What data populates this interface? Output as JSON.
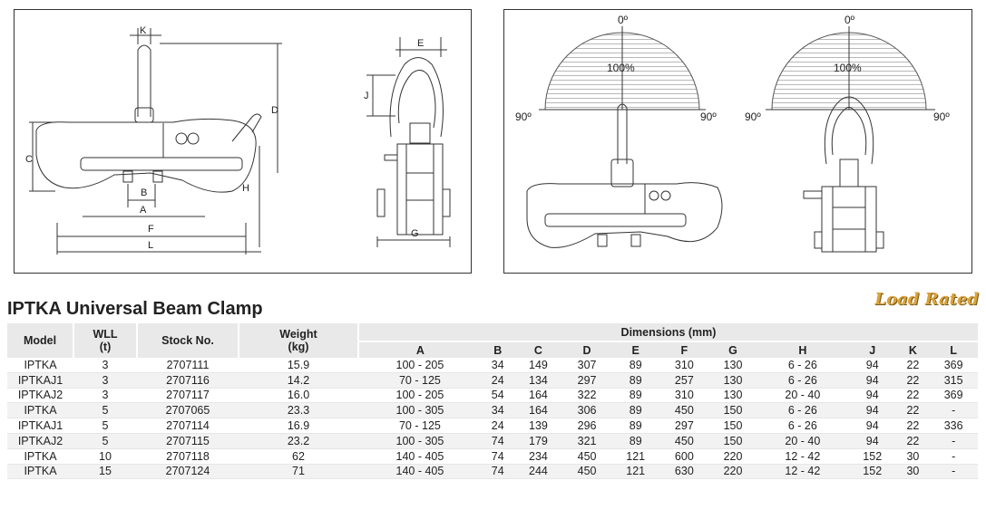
{
  "diagram_left": {
    "labels": {
      "k": "K",
      "d": "D",
      "c": "C",
      "b": "B",
      "a": "A",
      "f": "F",
      "l": "L",
      "h": "H",
      "e": "E",
      "j": "J",
      "g": "G"
    }
  },
  "diagram_right": {
    "left_fan": {
      "top": "0º",
      "center": "100%",
      "left": "90º",
      "right": "90º"
    },
    "right_fan": {
      "top": "0º",
      "center": "100%",
      "left": "90º",
      "right": "90º"
    }
  },
  "title": "IPTKA Universal Beam Clamp",
  "badge": "Load Rated",
  "table": {
    "headers": {
      "model": "Model",
      "wll": "WLL",
      "wll_unit": "(t)",
      "stock": "Stock No.",
      "weight": "Weight",
      "weight_unit": "(kg)",
      "dimensions": "Dimensions (mm)",
      "dims": [
        "A",
        "B",
        "C",
        "D",
        "E",
        "F",
        "G",
        "H",
        "J",
        "K",
        "L"
      ]
    },
    "rows": [
      [
        "IPTKA",
        "3",
        "2707111",
        "15.9",
        "100 - 205",
        "34",
        "149",
        "307",
        "89",
        "310",
        "130",
        "6 - 26",
        "94",
        "22",
        "369"
      ],
      [
        "IPTKAJ1",
        "3",
        "2707116",
        "14.2",
        "70 - 125",
        "24",
        "134",
        "297",
        "89",
        "257",
        "130",
        "6 - 26",
        "94",
        "22",
        "315"
      ],
      [
        "IPTKAJ2",
        "3",
        "2707117",
        "16.0",
        "100 - 205",
        "54",
        "164",
        "322",
        "89",
        "310",
        "130",
        "20 - 40",
        "94",
        "22",
        "369"
      ],
      [
        "IPTKA",
        "5",
        "2707065",
        "23.3",
        "100 - 305",
        "34",
        "164",
        "306",
        "89",
        "450",
        "150",
        "6 - 26",
        "94",
        "22",
        "-"
      ],
      [
        "IPTKAJ1",
        "5",
        "2707114",
        "16.9",
        "70 - 125",
        "24",
        "139",
        "296",
        "89",
        "297",
        "150",
        "6 - 26",
        "94",
        "22",
        "336"
      ],
      [
        "IPTKAJ2",
        "5",
        "2707115",
        "23.2",
        "100 - 305",
        "74",
        "179",
        "321",
        "89",
        "450",
        "150",
        "20 - 40",
        "94",
        "22",
        "-"
      ],
      [
        "IPTKA",
        "10",
        "2707118",
        "62",
        "140 - 405",
        "74",
        "234",
        "450",
        "121",
        "600",
        "220",
        "12 - 42",
        "152",
        "30",
        "-"
      ],
      [
        "IPTKA",
        "15",
        "2707124",
        "71",
        "140 - 405",
        "74",
        "244",
        "450",
        "121",
        "630",
        "220",
        "12 - 42",
        "152",
        "30",
        "-"
      ]
    ]
  }
}
